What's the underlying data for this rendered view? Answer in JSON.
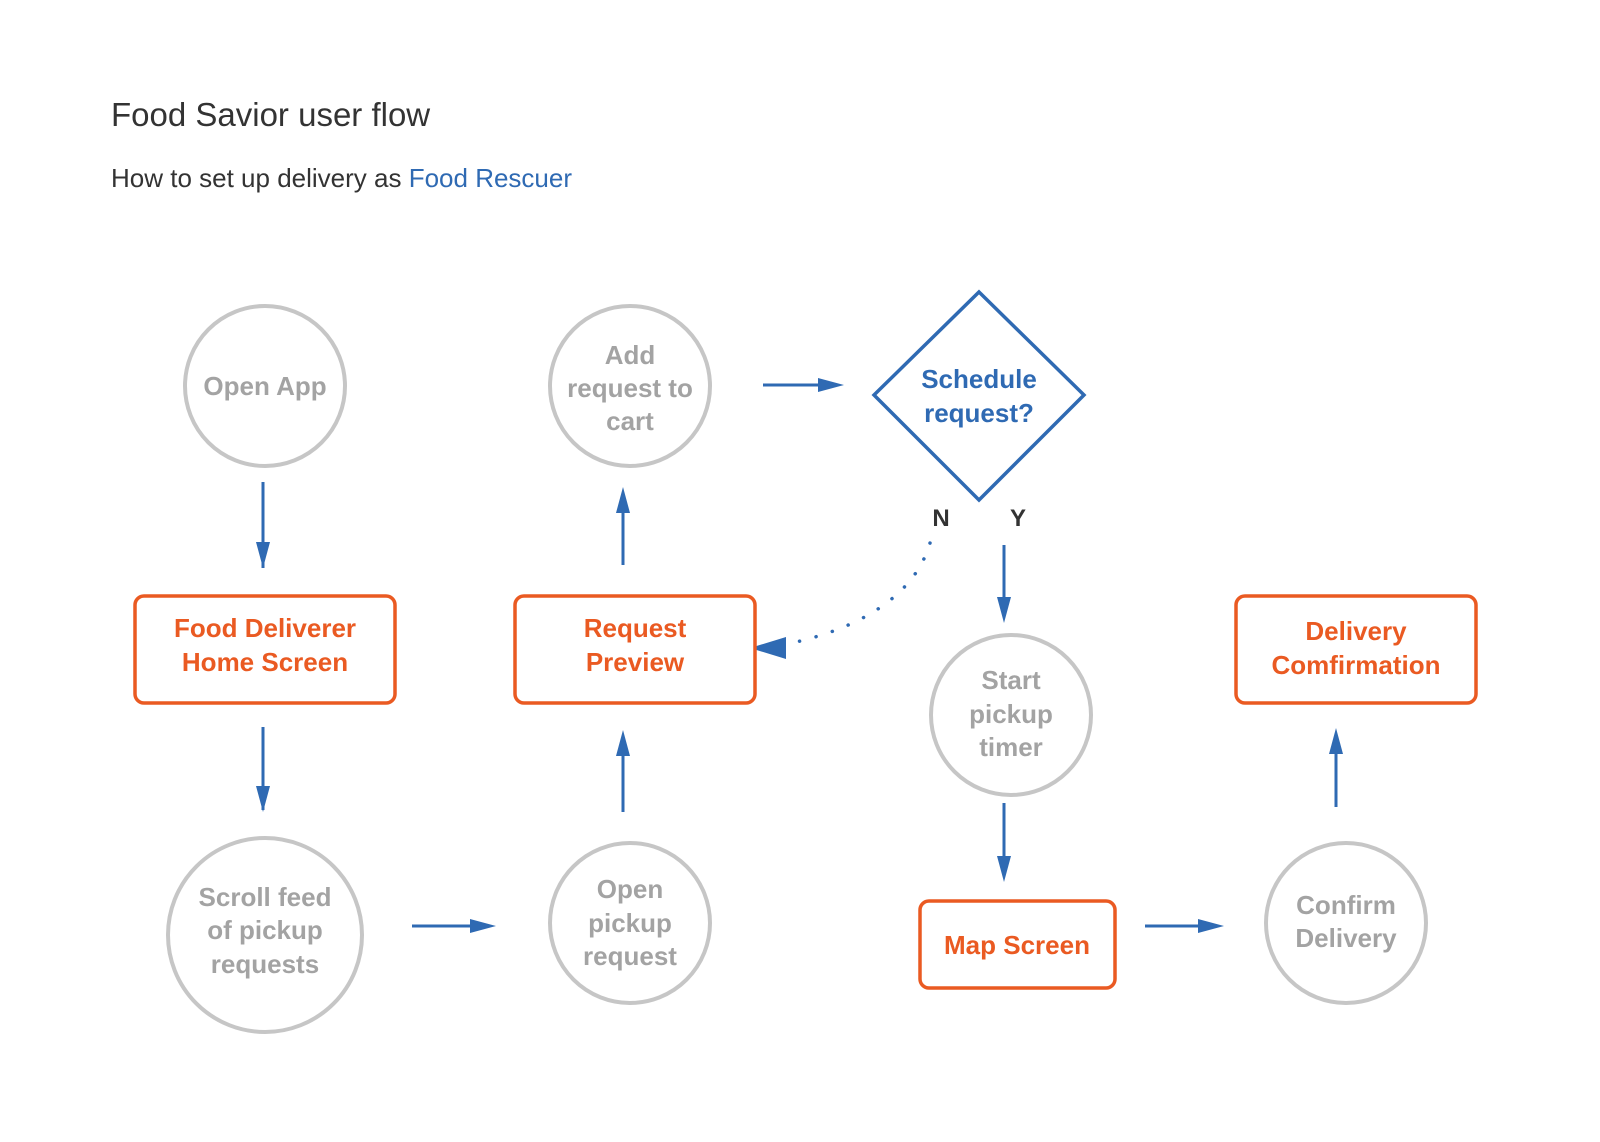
{
  "header": {
    "title": "Food Savior user flow",
    "subtitle_prefix": "How to set up delivery as",
    "subtitle_accent": "Food Rescuer"
  },
  "colors": {
    "process_node": "#a3a3a3",
    "screen_node": "#ea5a22",
    "decision_node": "#2f6ab3",
    "arrow": "#2f6ab3",
    "text": "#333333"
  },
  "nodes": {
    "open_app": {
      "type": "process",
      "lines": [
        "Open App"
      ]
    },
    "home_screen": {
      "type": "screen",
      "lines": [
        "Food Deliverer",
        "Home Screen"
      ]
    },
    "scroll_feed": {
      "type": "process",
      "lines": [
        "Scroll feed",
        "of pickup",
        "requests"
      ]
    },
    "open_pickup": {
      "type": "process",
      "lines": [
        "Open",
        "pickup",
        "request"
      ]
    },
    "request_preview": {
      "type": "screen",
      "lines": [
        "Request",
        "Preview"
      ]
    },
    "add_to_cart": {
      "type": "process",
      "lines": [
        "Add",
        "request to",
        "cart"
      ]
    },
    "schedule": {
      "type": "decision",
      "lines": [
        "Schedule",
        "request?"
      ]
    },
    "start_timer": {
      "type": "process",
      "lines": [
        "Start",
        "pickup",
        "timer"
      ]
    },
    "map_screen": {
      "type": "screen",
      "lines": [
        "Map Screen"
      ]
    },
    "confirm_delivery": {
      "type": "process",
      "lines": [
        "Confirm",
        "Delivery"
      ]
    },
    "delivery_confirmation": {
      "type": "screen",
      "lines": [
        "Delivery",
        "Comfirmation"
      ]
    }
  },
  "branches": {
    "no": "N",
    "yes": "Y"
  },
  "edges": [
    {
      "from": "open_app",
      "to": "home_screen",
      "style": "solid"
    },
    {
      "from": "home_screen",
      "to": "scroll_feed",
      "style": "solid"
    },
    {
      "from": "scroll_feed",
      "to": "open_pickup",
      "style": "solid"
    },
    {
      "from": "open_pickup",
      "to": "request_preview",
      "style": "solid"
    },
    {
      "from": "request_preview",
      "to": "add_to_cart",
      "style": "solid"
    },
    {
      "from": "add_to_cart",
      "to": "schedule",
      "style": "solid"
    },
    {
      "from": "schedule",
      "to": "request_preview",
      "style": "dotted",
      "label": "N"
    },
    {
      "from": "schedule",
      "to": "start_timer",
      "style": "solid",
      "label": "Y"
    },
    {
      "from": "start_timer",
      "to": "map_screen",
      "style": "solid"
    },
    {
      "from": "map_screen",
      "to": "confirm_delivery",
      "style": "solid"
    },
    {
      "from": "confirm_delivery",
      "to": "delivery_confirmation",
      "style": "solid"
    }
  ]
}
